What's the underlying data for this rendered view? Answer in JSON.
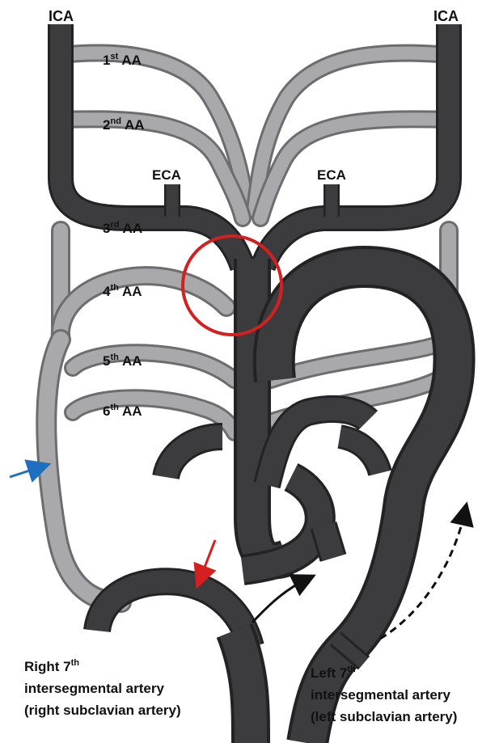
{
  "labels": {
    "ica_left": "ICA",
    "ica_right": "ICA",
    "eca_left": "ECA",
    "eca_right": "ECA",
    "aa1": {
      "num": "1",
      "sup": "st",
      "suffix": " AA"
    },
    "aa2": {
      "num": "2",
      "sup": "nd",
      "suffix": " AA"
    },
    "aa3": {
      "num": "3",
      "sup": "rd",
      "suffix": " AA"
    },
    "aa4": {
      "num": "4",
      "sup": "th",
      "suffix": " AA"
    },
    "aa5": {
      "num": "5",
      "sup": "th",
      "suffix": " AA"
    },
    "aa6": {
      "num": "6",
      "sup": "th",
      "suffix": " AA"
    }
  },
  "captions": {
    "right": {
      "line1": "Right 7",
      "line1_sup": "th",
      "line2": "intersegmental artery",
      "line3": "(right subclavian artery)"
    },
    "left": {
      "line1": "Left 7",
      "line1_sup": "th",
      "line2": "intersegmental artery",
      "line3": "(left subclavian artery)"
    }
  },
  "colors": {
    "dark_vessel": "#3c3c3f",
    "dark_vessel_edge": "#232325",
    "light_vessel": "#a9a9ab",
    "light_vessel_edge": "#6d6d70",
    "circle": "#d42020",
    "blue_arrow": "#1f6fc1",
    "red_arrow": "#d42020",
    "black_arrow": "#111111"
  }
}
